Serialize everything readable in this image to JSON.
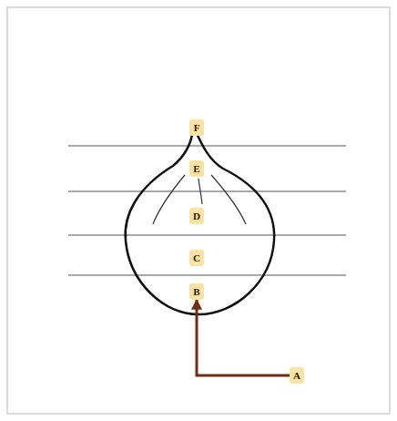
{
  "diagram": {
    "nodes": [
      {
        "text": [
          "F"
        ]
      },
      {
        "text": [
          "E"
        ]
      },
      {
        "text": [
          "D"
        ]
      },
      {
        "text": [
          "C"
        ]
      },
      {
        "text": [
          "B"
        ]
      },
      {
        "text": [
          "A"
        ]
      }
    ],
    "edges": [
      {
        "from": 5,
        "to": 4,
        "arrow": "to"
      }
    ]
  }
}
